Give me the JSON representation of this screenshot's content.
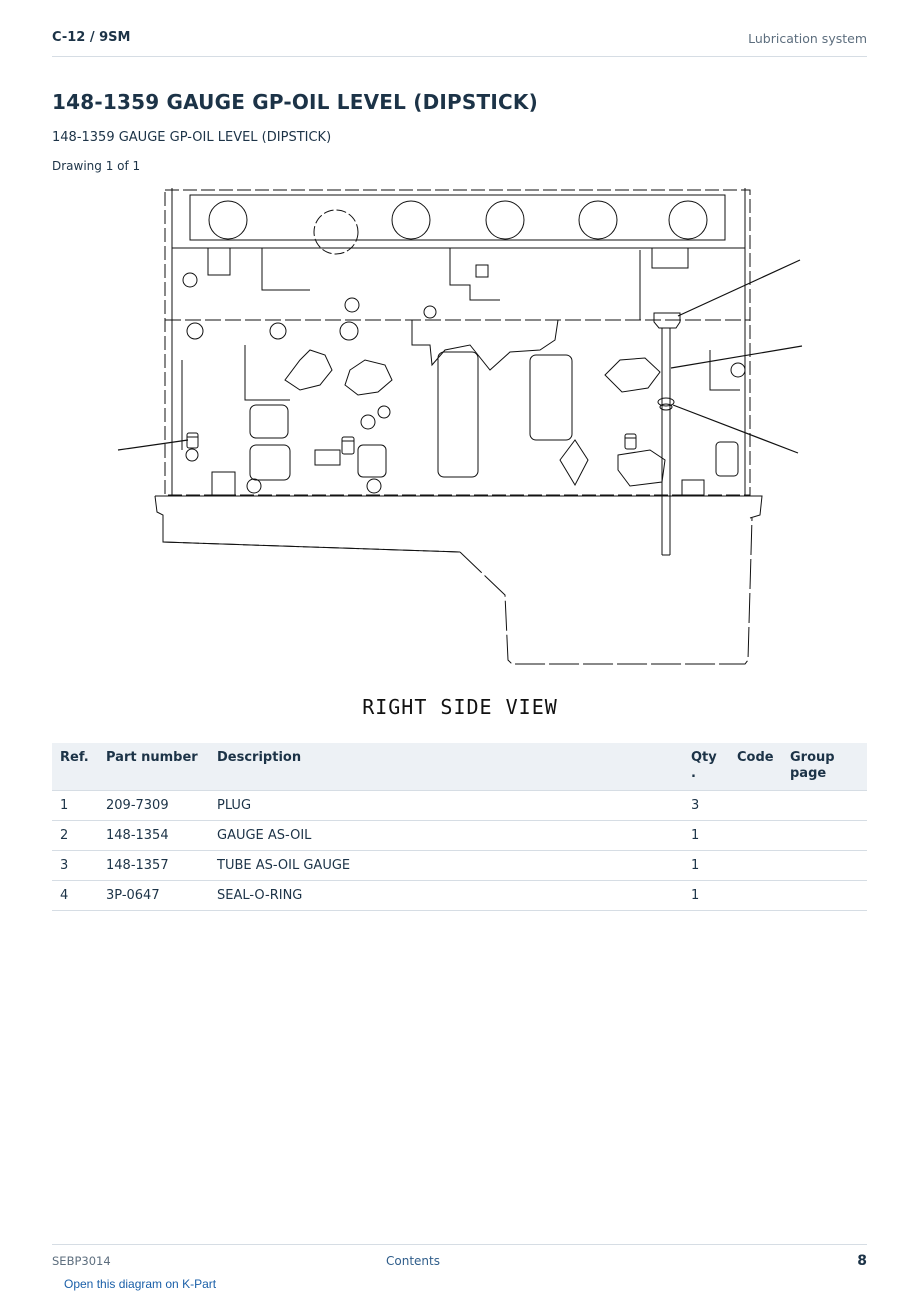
{
  "header": {
    "model": "C-12  /  9SM",
    "section": "Lubrication system"
  },
  "page_title": "148-1359 GAUGE GP-OIL LEVEL (DIPSTICK)",
  "subtitle": "148-1359 GAUGE GP-OIL LEVEL (DIPSTICK)",
  "drawing_label": "Drawing 1 of 1",
  "view_label": "RIGHT SIDE VIEW",
  "table": {
    "headers": {
      "ref": "Ref.",
      "part_number": "Part number",
      "description": "Description",
      "qty_line1": "Qty",
      "qty_line2": ".",
      "code": "Code",
      "group_line1": "Group",
      "group_line2": "page"
    },
    "rows": [
      {
        "ref": "1",
        "part_number": "209-7309",
        "description": "PLUG",
        "qty": "3",
        "code": "",
        "group_page": ""
      },
      {
        "ref": "2",
        "part_number": "148-1354",
        "description": "GAUGE AS-OIL",
        "qty": "1",
        "code": "",
        "group_page": ""
      },
      {
        "ref": "3",
        "part_number": "148-1357",
        "description": "TUBE AS-OIL GAUGE",
        "qty": "1",
        "code": "",
        "group_page": ""
      },
      {
        "ref": "4",
        "part_number": "3P-0647",
        "description": "SEAL-O-RING",
        "qty": "1",
        "code": "",
        "group_page": ""
      }
    ]
  },
  "footer": {
    "doc_id": "SEBP3014",
    "contents_link": "Contents",
    "page_number": "8",
    "kpart_link": "Open this diagram on K-Part"
  }
}
